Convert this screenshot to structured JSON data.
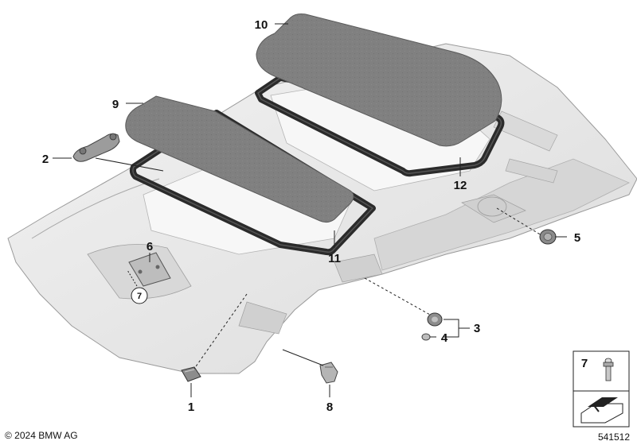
{
  "diagram": {
    "parts": [
      {
        "number": "1"
      },
      {
        "number": "2"
      },
      {
        "number": "3"
      },
      {
        "number": "4"
      },
      {
        "number": "5"
      },
      {
        "number": "6"
      },
      {
        "number": "7"
      },
      {
        "number": "8"
      },
      {
        "number": "9"
      },
      {
        "number": "10"
      },
      {
        "number": "11"
      },
      {
        "number": "12"
      }
    ],
    "legend_box_number": "7"
  },
  "footer": {
    "copyright": "© 2024 BMW AG",
    "document_number": "541512"
  },
  "colors": {
    "headliner": "#e4e4e4",
    "panel": "#7d7d7d",
    "frame": "#2b2b2b",
    "leader": "#222222"
  }
}
